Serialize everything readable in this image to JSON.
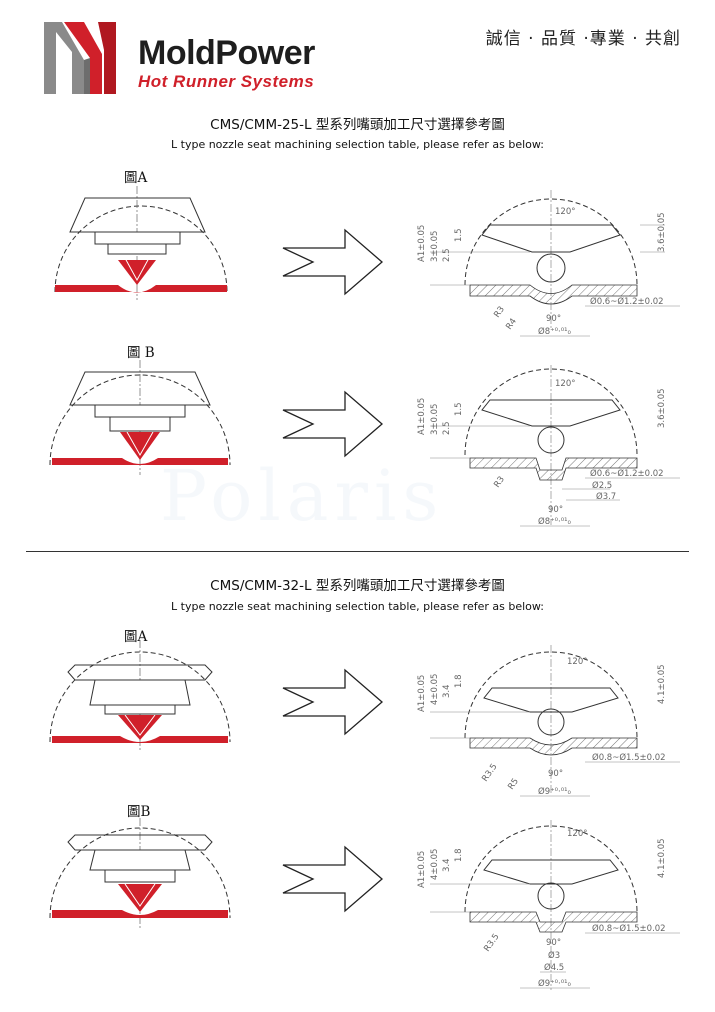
{
  "brand": {
    "name": "MoldPower",
    "tagline": "Hot Runner Systems",
    "colors": {
      "red": "#d0202a",
      "dark": "#1e1e1e"
    }
  },
  "motto": "誠信 · 品質 ·專業 · 共創",
  "watermark": "Polaris",
  "sections": [
    {
      "title": "CMS/CMM-25-L 型系列嘴頭加工尺寸選擇參考圖",
      "subtitle": "L type nozzle seat machining selection table, please refer as below:",
      "figures": [
        {
          "label": "圖A",
          "dims": {
            "angle_top": "120°",
            "a1": "A1±0.05",
            "d1": "3±0.05",
            "d2": "2.5",
            "d3": "1.5",
            "right": "3.6±0.05",
            "r1": "R3",
            "r2": "R4",
            "bore": "Ø0.6~Ø1.2±0.02",
            "angle_bottom": "90°",
            "outer": "Ø8⁺⁰·⁰¹₀"
          }
        },
        {
          "label": "圖 B",
          "dims": {
            "angle_top": "120°",
            "a1": "A1±0.05",
            "d1": "3±0.05",
            "d2": "2.5",
            "d3": "1.5",
            "right": "3.6±0.05",
            "r1": "R3",
            "bore": "Ø0.6~Ø1.2±0.02",
            "d_mid": "Ø2.5",
            "d_out": "Ø3.7",
            "angle_bottom": "90°",
            "outer": "Ø8⁺⁰·⁰¹₀"
          }
        }
      ]
    },
    {
      "title": "CMS/CMM-32-L 型系列嘴頭加工尺寸選擇參考圖",
      "subtitle": "L type nozzle seat machining selection table, please refer as below:",
      "figures": [
        {
          "label": "圖A",
          "dims": {
            "angle_top": "120°",
            "a1": "A1±0.05",
            "d1": "4±0.05",
            "d2": "3.4",
            "d3": "1.8",
            "right": "4.1±0.05",
            "r1": "R3.5",
            "r2": "R5",
            "bore": "Ø0.8~Ø1.5±0.02",
            "angle_bottom": "90°",
            "outer": "Ø9⁺⁰·⁰¹₀"
          }
        },
        {
          "label": "圖B",
          "dims": {
            "angle_top": "120°",
            "a1": "A1±0.05",
            "d1": "4±0.05",
            "d2": "3.4",
            "d3": "1.8",
            "right": "4.1±0.05",
            "r1": "R3.5",
            "bore": "Ø0.8~Ø1.5±0.02",
            "angle_bottom": "90°",
            "d_mid": "Ø3",
            "d_out": "Ø4.5",
            "outer": "Ø9⁺⁰·⁰¹₀"
          }
        }
      ]
    }
  ]
}
